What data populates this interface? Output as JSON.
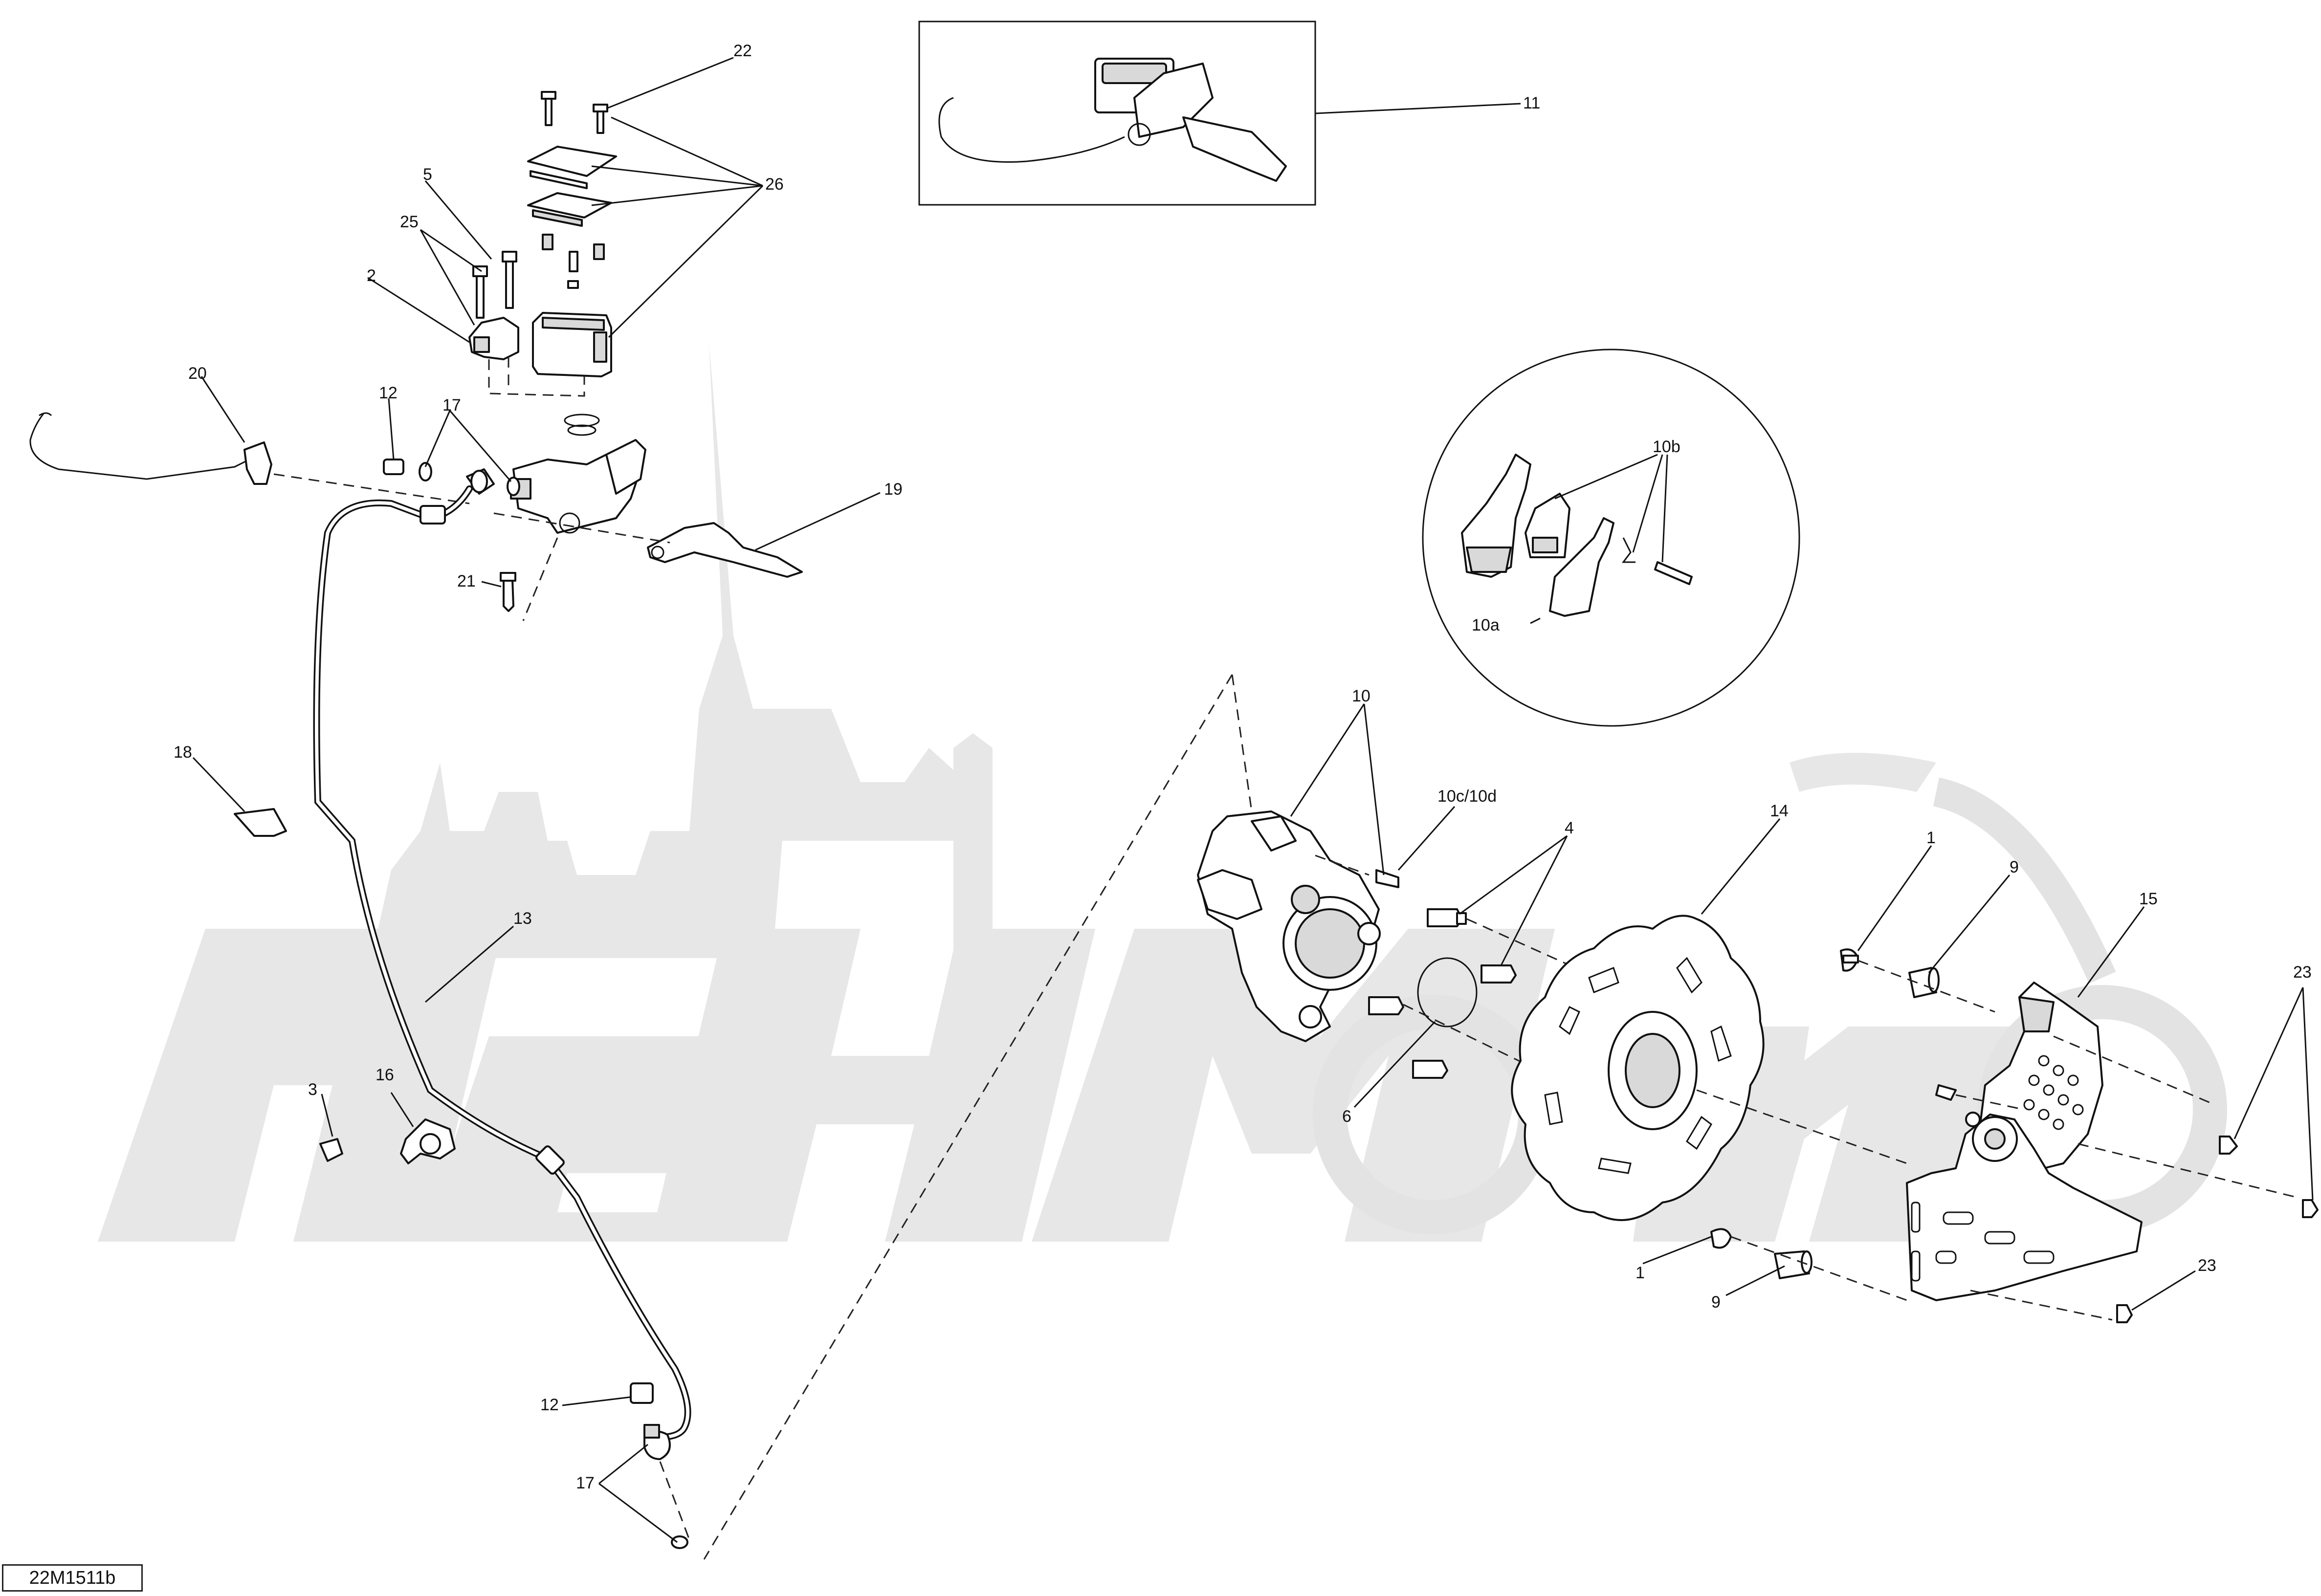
{
  "diagram_ref": "22M1511b",
  "callouts": {
    "c1a": "1",
    "c1b": "1",
    "c2": "2",
    "c3": "3",
    "c4": "4",
    "c5": "5",
    "c6": "6",
    "c9a": "9",
    "c9b": "9",
    "c10": "10",
    "c10a": "10a",
    "c10b": "10b",
    "c10cd": "10c/10d",
    "c11": "11",
    "c12a": "12",
    "c12b": "12",
    "c13": "13",
    "c14": "14",
    "c15": "15",
    "c16": "16",
    "c17a": "17",
    "c17b": "17",
    "c18": "18",
    "c19": "19",
    "c20": "20",
    "c21": "21",
    "c22": "22",
    "c23a": "23",
    "c23b": "23",
    "c25": "25",
    "c26": "26"
  }
}
